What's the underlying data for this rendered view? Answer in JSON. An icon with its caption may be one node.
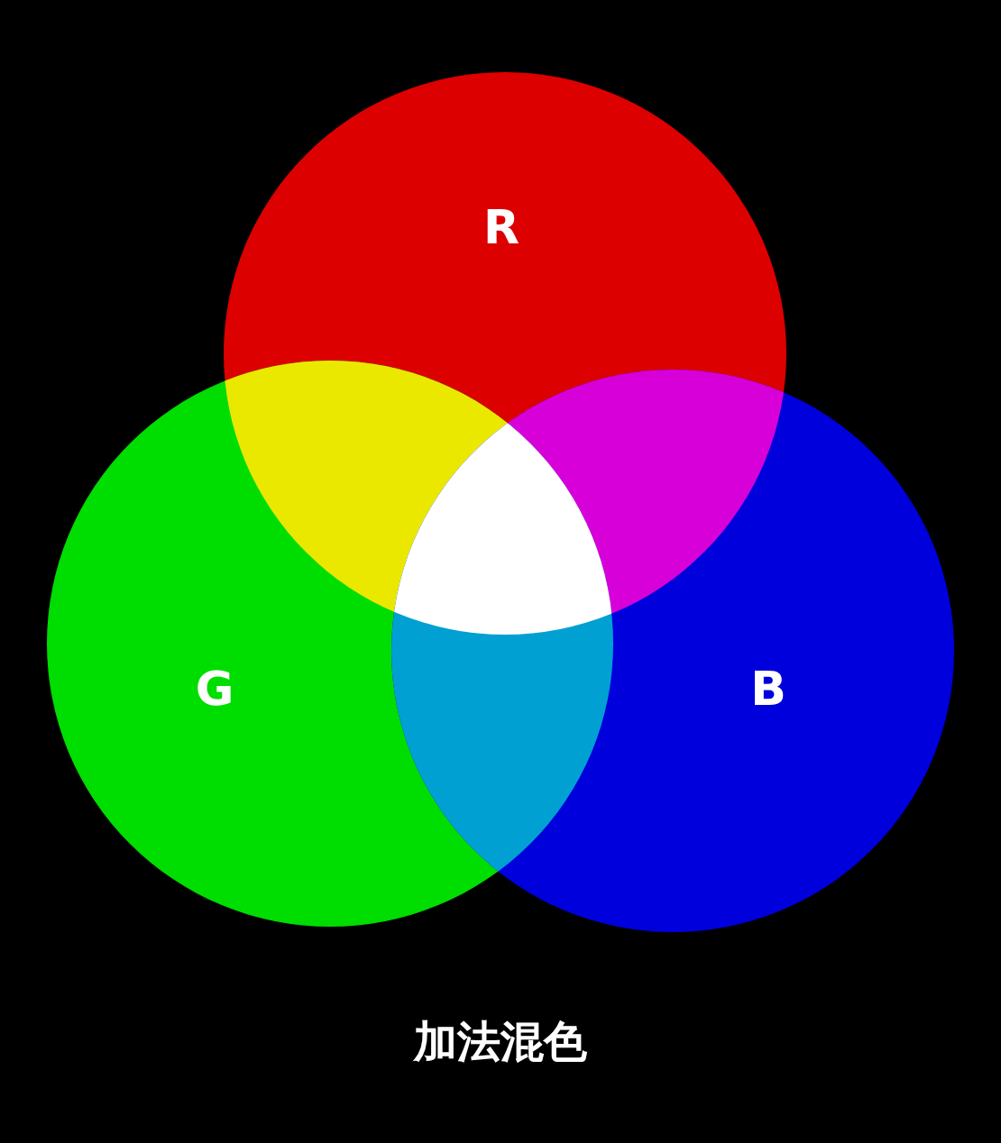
{
  "diagram": {
    "caption": "加法混色",
    "nodes": [
      {
        "text": [
          "R"
        ]
      },
      {
        "text": [
          "G"
        ]
      },
      {
        "text": [
          "B"
        ]
      }
    ]
  }
}
